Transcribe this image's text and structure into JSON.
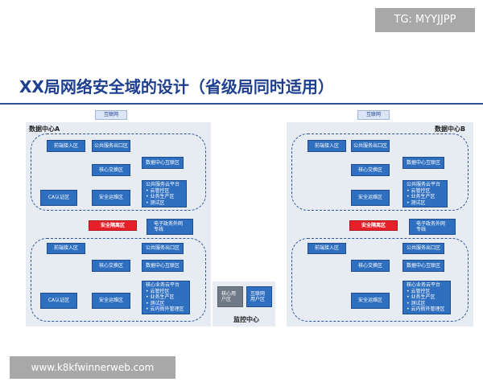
{
  "watermark_top": "TG: MYYJJPP",
  "title": "XX局网络安全域的设计（省级局同时适用）",
  "watermark_bottom": "www.k8kfwinnerweb.com",
  "internet_label": "互联网",
  "center_a": {
    "label": "数据中心A",
    "top": {
      "front": "前端接入区",
      "public_exit": "公共服务出口区",
      "dc_interconnect": "数据中心互联区",
      "core_switch": "核心交换区",
      "ca": "CA认证区",
      "security_ops": "安全运维区",
      "public_cloud_title": "公共服务云平台",
      "public_cloud_items": [
        "• 云管控区",
        "• 业务生产区",
        "• 测试区"
      ]
    },
    "isolation": "安全隔离区",
    "egov": [
      "电子政务外网",
      "专线"
    ],
    "bottom": {
      "front": "前端接入区",
      "public_exit": "公共服务出口区",
      "core_switch": "核心交换区",
      "dc_interconnect": "数据中心互联区",
      "ca": "CA认证区",
      "security_ops": "安全运维区",
      "core_cloud_title": "核心业务云平台",
      "core_cloud_items": [
        "• 云管控区",
        "• 业务生产区",
        "• 测试区",
        "• 云内衙外管理区"
      ]
    }
  },
  "center_b": {
    "label": "数据中心B",
    "top": {
      "front": "前端接入区",
      "public_exit": "公共服务出口区",
      "dc_interconnect": "数据中心互联区",
      "core_switch": "核心交换区",
      "security_ops": "安全运维区",
      "public_cloud_title": "公共服务云平台",
      "public_cloud_items": [
        "• 云管控区",
        "• 业务生产区",
        "• 测试区"
      ]
    },
    "isolation": "安全隔离区",
    "egov": [
      "电子政务外网",
      "专线"
    ],
    "bottom": {
      "front": "前端接入区",
      "public_exit": "公共服务出口区",
      "core_switch": "核心交换区",
      "dc_interconnect": "数据中心互联区",
      "security_ops": "安全运维区",
      "core_cloud_title": "核心业务云平台",
      "core_cloud_items": [
        "• 云管控区",
        "• 业务生产区",
        "• 测试区",
        "• 云内衙外管理区"
      ]
    }
  },
  "monitor": {
    "label": "监控中心",
    "core_user": [
      "核心用",
      "户区"
    ],
    "internet_user": [
      "互联网",
      "用户区"
    ]
  }
}
